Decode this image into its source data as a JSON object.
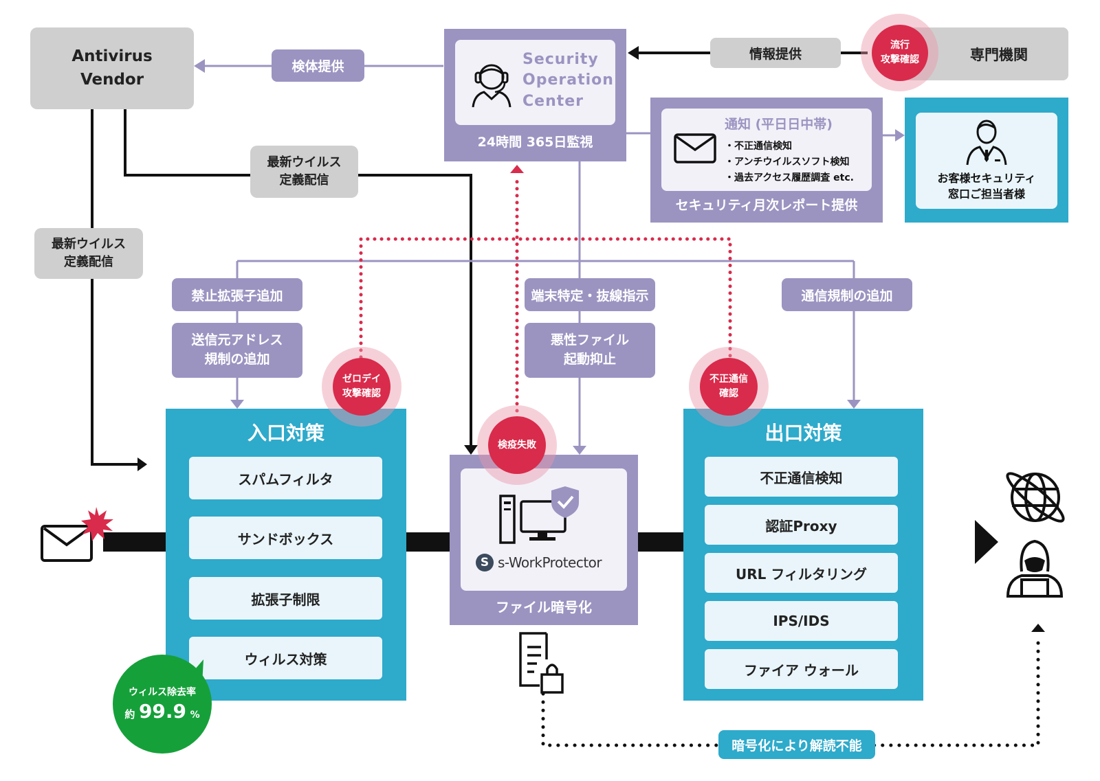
{
  "antivirus_vendor": {
    "label": "Antivirus\nVendor"
  },
  "sample_provision": {
    "label": "検体提供"
  },
  "soc": {
    "title": "Security\nOperation\nCenter",
    "caption": "24時間 365日監視",
    "icon": "headset-operator-icon"
  },
  "info_provision": {
    "label": "情報提供"
  },
  "expert_org": {
    "label": "専門機関"
  },
  "trend_attack_badge": {
    "label": "流行\n攻撃確認"
  },
  "report_panel": {
    "title": "通知 (平日日中帯)",
    "items": [
      "・不正通信検知",
      "・アンチウイルスソフト検知",
      "・過去アクセス履歴調査 etc."
    ],
    "caption": "セキュリティ月次レポート提供",
    "icon": "mail-icon"
  },
  "customer": {
    "label": "お客様セキュリティ\n窓口ご担当者様",
    "icon": "business-person-icon"
  },
  "virus_def_delivery_1": {
    "label": "最新ウイルス\n定義配信"
  },
  "virus_def_delivery_2": {
    "label": "最新ウイルス\n定義配信"
  },
  "actions": {
    "block_extension": "禁止拡張子追加",
    "sender_restriction": "送信元アドレス\n規制の追加",
    "terminal_isolation": "端末特定・抜線指示",
    "malware_suppression": "悪性ファイル\n起動抑止",
    "comm_restriction": "通信規制の追加"
  },
  "badges": {
    "zero_day": "ゼロデイ\n攻撃確認",
    "quarantine_fail": "検疫失敗",
    "illegal_comm": "不正通信\n確認"
  },
  "entrance": {
    "title": "入口対策",
    "items": [
      "スパムフィルタ",
      "サンドボックス",
      "拡張子制限",
      "ウィルス対策"
    ]
  },
  "removal_rate": {
    "label": "ウィルス除去率",
    "prefix": "約",
    "value": "99.9",
    "unit": "%"
  },
  "endpoint": {
    "product": "s-WorkProtector",
    "caption": "ファイル暗号化",
    "icon": "computer-shield-icon"
  },
  "exit": {
    "title": "出口対策",
    "items": [
      "不正通信検知",
      "認証Proxy",
      "URL フィルタリング",
      "IPS/IDS",
      "ファイア ウォール"
    ]
  },
  "encrypted_note": {
    "label": "暗号化により解読不能"
  },
  "colors": {
    "purple": "#9b94c1",
    "teal": "#2eaacb",
    "red": "#d92b4b",
    "green": "#16a03a",
    "gray": "#cfcfcf"
  }
}
